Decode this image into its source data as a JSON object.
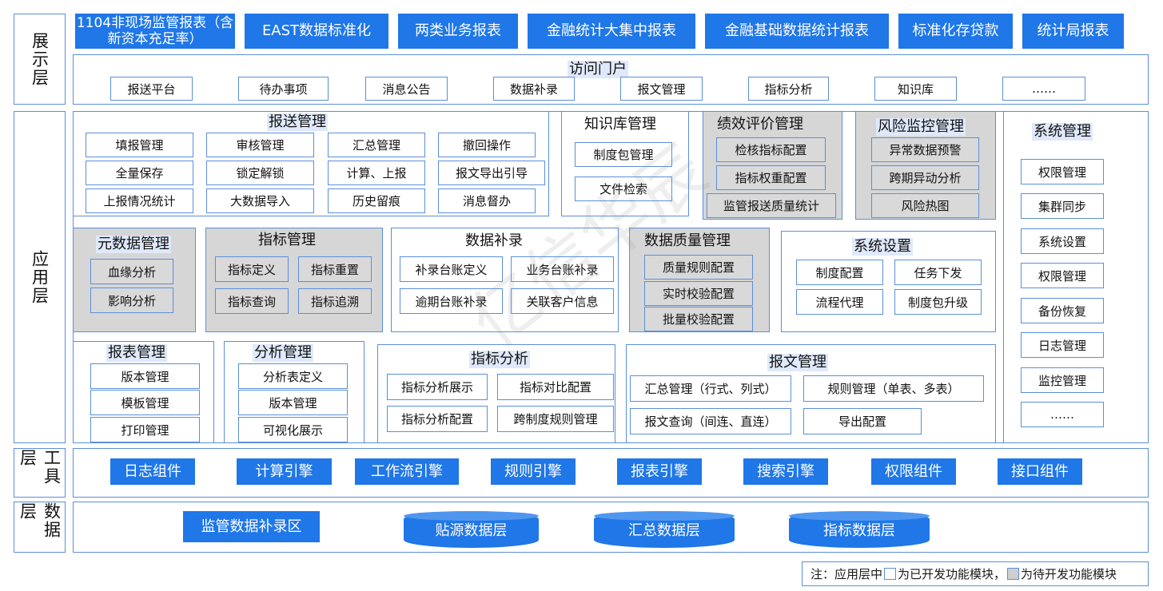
{
  "layers": {
    "display": "展示层",
    "application": "应用层",
    "tools": "工具层",
    "data": "数据层"
  },
  "top_reports": [
    "1104非现场监管报表（含新资本充足率）",
    "EAST数据标准化",
    "两类业务报表",
    "金融统计大集中报表",
    "金融基础数据统计报表",
    "标准化存贷款",
    "统计局报表"
  ],
  "portal": {
    "title": "访问门户",
    "items": [
      "报送平台",
      "待办事项",
      "消息公告",
      "数据补录",
      "报文管理",
      "指标分析",
      "知识库",
      "……"
    ]
  },
  "report_mgmt": {
    "title": "报送管理",
    "items": [
      "填报管理",
      "审核管理",
      "汇总管理",
      "撤回操作",
      "全量保存",
      "锁定解锁",
      "计算、上报",
      "报文导出引导",
      "上报情况统计",
      "大数据导入",
      "历史留痕",
      "消息督办"
    ]
  },
  "knowledge": {
    "title": "知识库管理",
    "items": [
      "制度包管理",
      "文件检索"
    ]
  },
  "performance": {
    "title": "绩效评价管理",
    "items": [
      "检核指标配置",
      "指标权重配置",
      "监管报送质量统计"
    ]
  },
  "risk": {
    "title": "风险监控管理",
    "items": [
      "异常数据预警",
      "跨期异动分析",
      "风险热图"
    ]
  },
  "system_mgmt": {
    "title": "系统管理",
    "items": [
      "权限管理",
      "集群同步",
      "系统设置",
      "权限管理",
      "备份恢复",
      "日志管理",
      "监控管理",
      "……"
    ]
  },
  "metadata": {
    "title": "元数据管理",
    "items": [
      "血缘分析",
      "影响分析"
    ]
  },
  "indicator_mgmt": {
    "title": "指标管理",
    "items": [
      "指标定义",
      "指标重置",
      "指标查询",
      "指标追溯"
    ]
  },
  "supplement": {
    "title": "数据补录",
    "items": [
      "补录台账定义",
      "业务台账补录",
      "逾期台账补录",
      "关联客户信息"
    ]
  },
  "quality": {
    "title": "数据质量管理",
    "items": [
      "质量规则配置",
      "实时校验配置",
      "批量校验配置"
    ]
  },
  "settings": {
    "title": "系统设置",
    "items": [
      "制度配置",
      "任务下发",
      "流程代理",
      "制度包升级"
    ]
  },
  "report_table": {
    "title": "报表管理",
    "items": [
      "版本管理",
      "模板管理",
      "打印管理"
    ]
  },
  "analysis": {
    "title": "分析管理",
    "items": [
      "分析表定义",
      "版本管理",
      "可视化展示"
    ]
  },
  "indicator_analysis": {
    "title": "指标分析",
    "items": [
      "指标分析展示",
      "指标对比配置",
      "指标分析配置",
      "跨制度规则管理"
    ]
  },
  "message_mgmt": {
    "title": "报文管理",
    "items": [
      "汇总管理（行式、列式）",
      "规则管理（单表、多表）",
      "报文查询（间连、直连）",
      "导出配置"
    ]
  },
  "tools": [
    "日志组件",
    "计算引擎",
    "工作流引擎",
    "规则引擎",
    "报表引擎",
    "搜索引擎",
    "权限组件",
    "接口组件"
  ],
  "data_layer": [
    "监管数据补录区",
    "贴源数据层",
    "汇总数据层",
    "指标数据层"
  ],
  "note": {
    "prefix": "注：应用层中",
    "developed": "为已开发功能模块，",
    "pending": "为待开发功能模块"
  },
  "watermark": "亿信华辰",
  "colors": {
    "primary_blue": "#1f77e8",
    "border_blue": "#5b8fd9",
    "pending_grey": "#d6d6d6"
  }
}
